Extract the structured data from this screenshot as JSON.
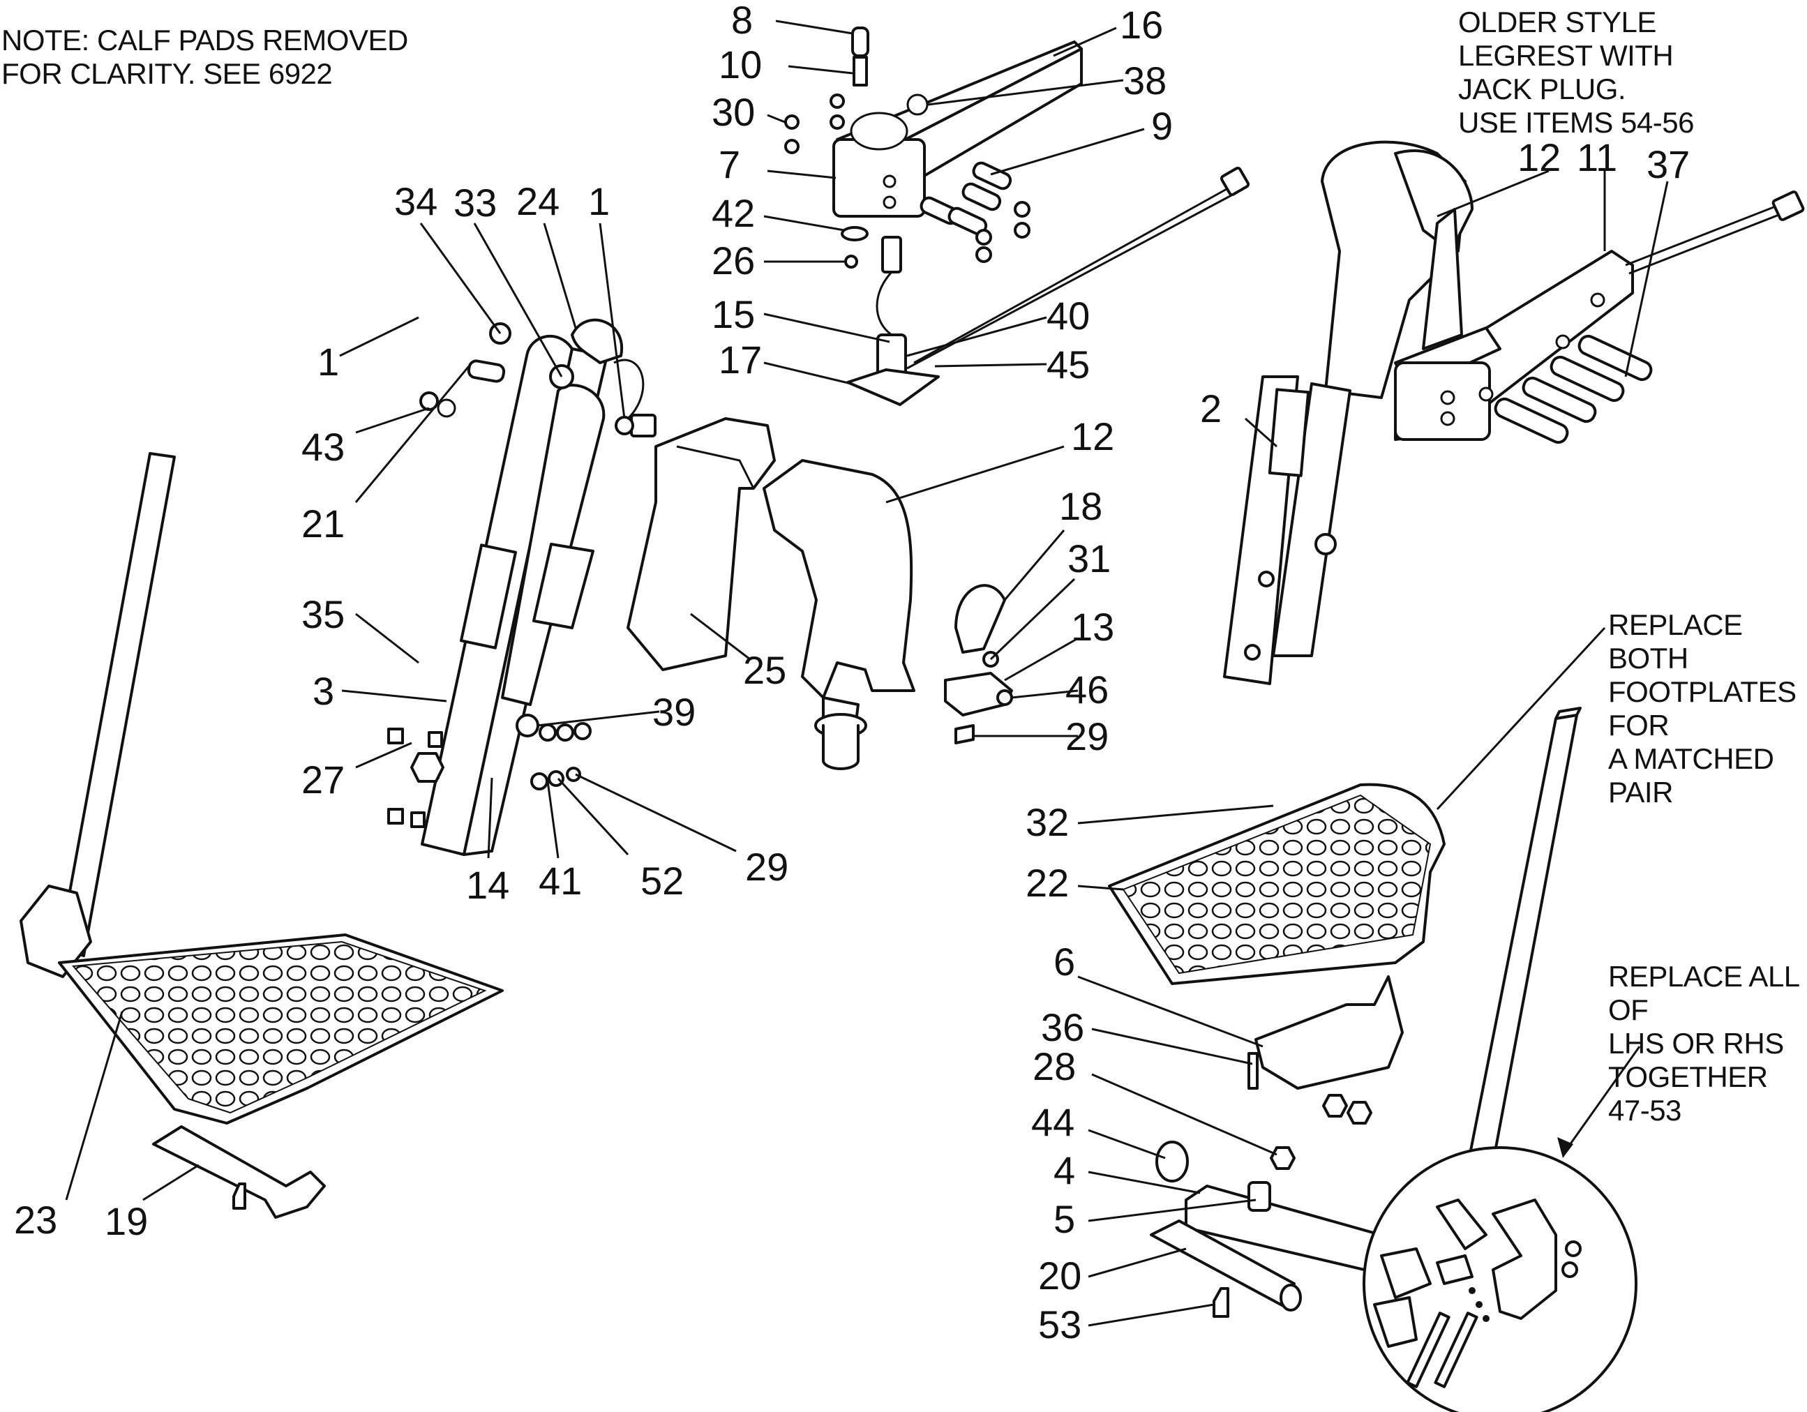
{
  "notes": {
    "calf_pads": "NOTE: CALF PADS REMOVED\nFOR CLARITY. SEE 6922",
    "older_style": "OLDER STYLE\nLEGREST WITH\nJACK PLUG.\nUSE ITEMS 54-56",
    "replace_footplates": "REPLACE BOTH\nFOOTPLATES FOR\nA MATCHED PAIR",
    "replace_all": "REPLACE ALL OF\nLHS OR RHS\nTOGETHER 47-53"
  },
  "labels": {
    "l8": "8",
    "l10": "10",
    "l30": "30",
    "l7": "7",
    "l42": "42",
    "l26": "26",
    "l15": "15",
    "l17": "17",
    "l16": "16",
    "l38": "38",
    "l9": "9",
    "l40": "40",
    "l45": "45",
    "l34": "34",
    "l33": "33",
    "l24": "24",
    "l1a": "1",
    "l1b": "1",
    "l43": "43",
    "l21": "21",
    "l35": "35",
    "l3": "3",
    "l27": "27",
    "l14": "14",
    "l39": "39",
    "l41": "41",
    "l52": "52",
    "l29a": "29",
    "l25": "25",
    "l12a": "12",
    "l18": "18",
    "l31": "31",
    "l13": "13",
    "l46": "46",
    "l29b": "29",
    "l12b": "12",
    "l11": "11",
    "l37": "37",
    "l2": "2",
    "l32": "32",
    "l22": "22",
    "l6": "6",
    "l36": "36",
    "l28": "28",
    "l44": "44",
    "l4": "4",
    "l5": "5",
    "l20": "20",
    "l53": "53",
    "l23": "23",
    "l19": "19"
  }
}
